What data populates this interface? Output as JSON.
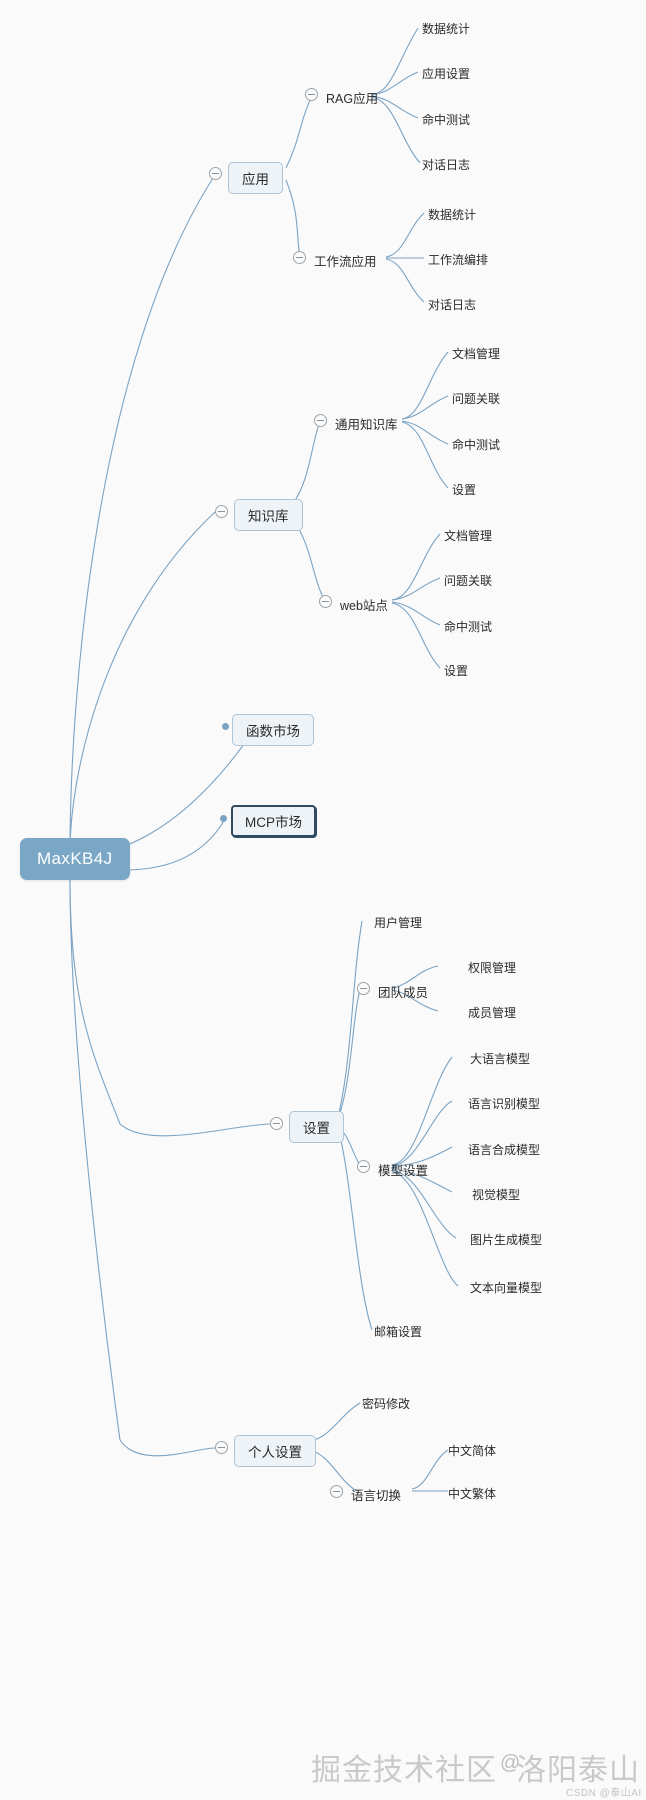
{
  "mindmap": {
    "root": {
      "label": "MaxKB4J"
    },
    "branches": [
      {
        "label": "应用",
        "children": [
          {
            "label": "RAG应用",
            "children": [
              {
                "label": "数据统计"
              },
              {
                "label": "应用设置"
              },
              {
                "label": "命中测试"
              },
              {
                "label": "对话日志"
              }
            ]
          },
          {
            "label": "工作流应用",
            "children": [
              {
                "label": "数据统计"
              },
              {
                "label": "工作流编排"
              },
              {
                "label": "对话日志"
              }
            ]
          }
        ]
      },
      {
        "label": "知识库",
        "children": [
          {
            "label": "通用知识库",
            "children": [
              {
                "label": "文档管理"
              },
              {
                "label": "问题关联"
              },
              {
                "label": "命中测试"
              },
              {
                "label": "设置"
              }
            ]
          },
          {
            "label": "web站点",
            "children": [
              {
                "label": "文档管理"
              },
              {
                "label": "问题关联"
              },
              {
                "label": "命中测试"
              },
              {
                "label": "设置"
              }
            ]
          }
        ]
      },
      {
        "label": "函数市场",
        "children": []
      },
      {
        "label": "MCP市场",
        "children": [],
        "selected": true
      },
      {
        "label": "设置",
        "children": [
          {
            "label": "用户管理"
          },
          {
            "label": "团队成员",
            "children": [
              {
                "label": "权限管理"
              },
              {
                "label": "成员管理"
              }
            ]
          },
          {
            "label": "模型设置",
            "children": [
              {
                "label": "大语言模型"
              },
              {
                "label": "语言识别模型"
              },
              {
                "label": "语言合成模型"
              },
              {
                "label": "视觉模型"
              },
              {
                "label": "图片生成模型"
              },
              {
                "label": "文本向量模型"
              }
            ]
          },
          {
            "label": "邮箱设置"
          }
        ]
      },
      {
        "label": "个人设置",
        "children": [
          {
            "label": "密码修改"
          },
          {
            "label": "语言切换",
            "children": [
              {
                "label": "中文简体"
              },
              {
                "label": "中文繁体"
              }
            ]
          }
        ]
      }
    ]
  },
  "nodes": {
    "root": "MaxKB4J",
    "app": "应用",
    "rag_app": "RAG应用",
    "rag_stats": "数据统计",
    "rag_settings": "应用设置",
    "rag_hit_test": "命中测试",
    "rag_chat_log": "对话日志",
    "wf_app": "工作流应用",
    "wf_stats": "数据统计",
    "wf_orchestration": "工作流编排",
    "wf_chat_log": "对话日志",
    "kb": "知识库",
    "kb_general": "通用知识库",
    "kb_general_doc": "文档管理",
    "kb_general_qa": "问题关联",
    "kb_general_hit": "命中测试",
    "kb_general_set": "设置",
    "kb_web": "web站点",
    "kb_web_doc": "文档管理",
    "kb_web_qa": "问题关联",
    "kb_web_hit": "命中测试",
    "kb_web_set": "设置",
    "func_market": "函数市场",
    "mcp_market": "MCP市场",
    "settings": "设置",
    "user_mgmt": "用户管理",
    "team_member": "团队成员",
    "perm_mgmt": "权限管理",
    "member_mgmt": "成员管理",
    "model_settings": "模型设置",
    "model_llm": "大语言模型",
    "model_asr": "语言识别模型",
    "model_tts": "语言合成模型",
    "model_vision": "视觉模型",
    "model_image_gen": "图片生成模型",
    "model_embedding": "文本向量模型",
    "mail_settings": "邮箱设置",
    "personal": "个人设置",
    "password_change": "密码修改",
    "lang_switch": "语言切换",
    "lang_zh_cn": "中文简体",
    "lang_zh_tw": "中文繁体"
  },
  "watermarks": {
    "community": "掘金技术社区",
    "at_symbol": "@",
    "author": "洛阳泰山",
    "csdn": "CSDN @泰山AI"
  },
  "colors": {
    "root_bg": "#7ba7c7",
    "root_text": "#ffffff",
    "node_bg": "#eef3f8",
    "node_border": "#adc3d6",
    "selected_border": "#2f4a61",
    "link": "#7ba3c4",
    "text": "#2b2b2b",
    "page_bg": "#fafafa"
  }
}
